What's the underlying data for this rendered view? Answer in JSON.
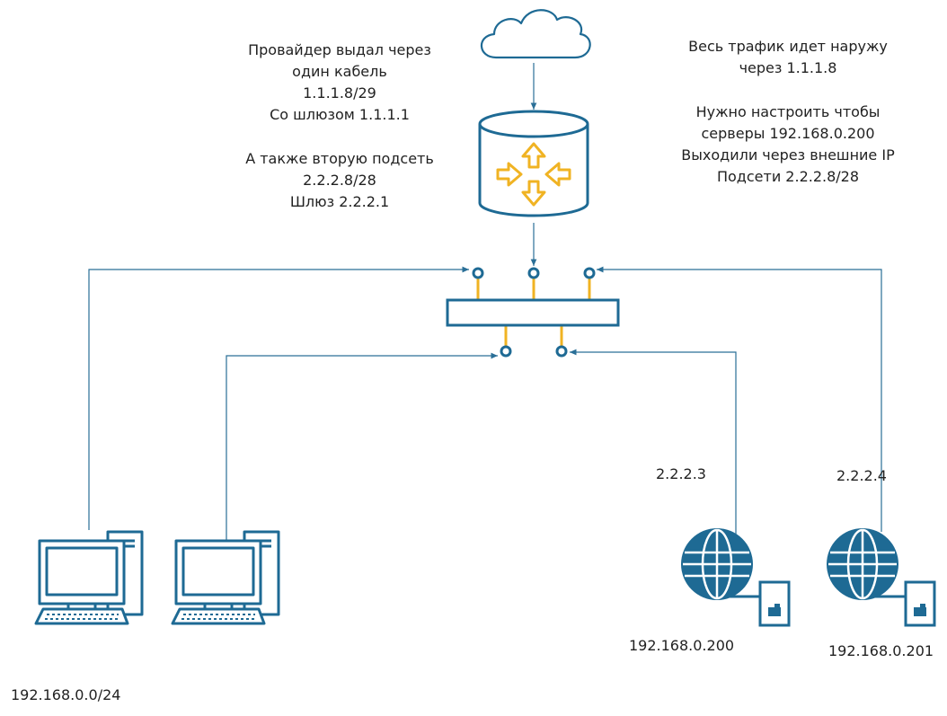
{
  "notes": {
    "provider": {
      "lines": [
        "Провайдер выдал через",
        "один кабель",
        "1.1.1.8/29",
        "Со шлюзом 1.1.1.1"
      ]
    },
    "second_subnet": {
      "lines": [
        "А также вторую подсеть",
        "2.2.2.8/28",
        "Шлюз 2.2.2.1"
      ]
    },
    "traffic": {
      "lines": [
        "Весь трафик идет наружу",
        "через 1.1.1.8"
      ]
    },
    "task": {
      "lines": [
        "Нужно настроить чтобы",
        "серверы 192.168.0.200",
        "Выходили через внешние IP",
        "Подсети 2.2.2.8/28"
      ]
    }
  },
  "labels": {
    "lan_subnet": "192.168.0.0/24",
    "server1_external_ip": "2.2.2.3",
    "server2_external_ip": "2.2.2.4",
    "server1_ip": "192.168.0.200",
    "server2_ip": "192.168.0.201"
  },
  "colors": {
    "device_blue": "#1e6a94",
    "accent_yellow": "#f0b323",
    "line": "#2a6f97"
  },
  "icons": {
    "internet": "cloud-icon",
    "router": "router-icon",
    "switch": "switch-icon",
    "workstation": "desktop-computer-icon",
    "server": "web-server-icon"
  }
}
